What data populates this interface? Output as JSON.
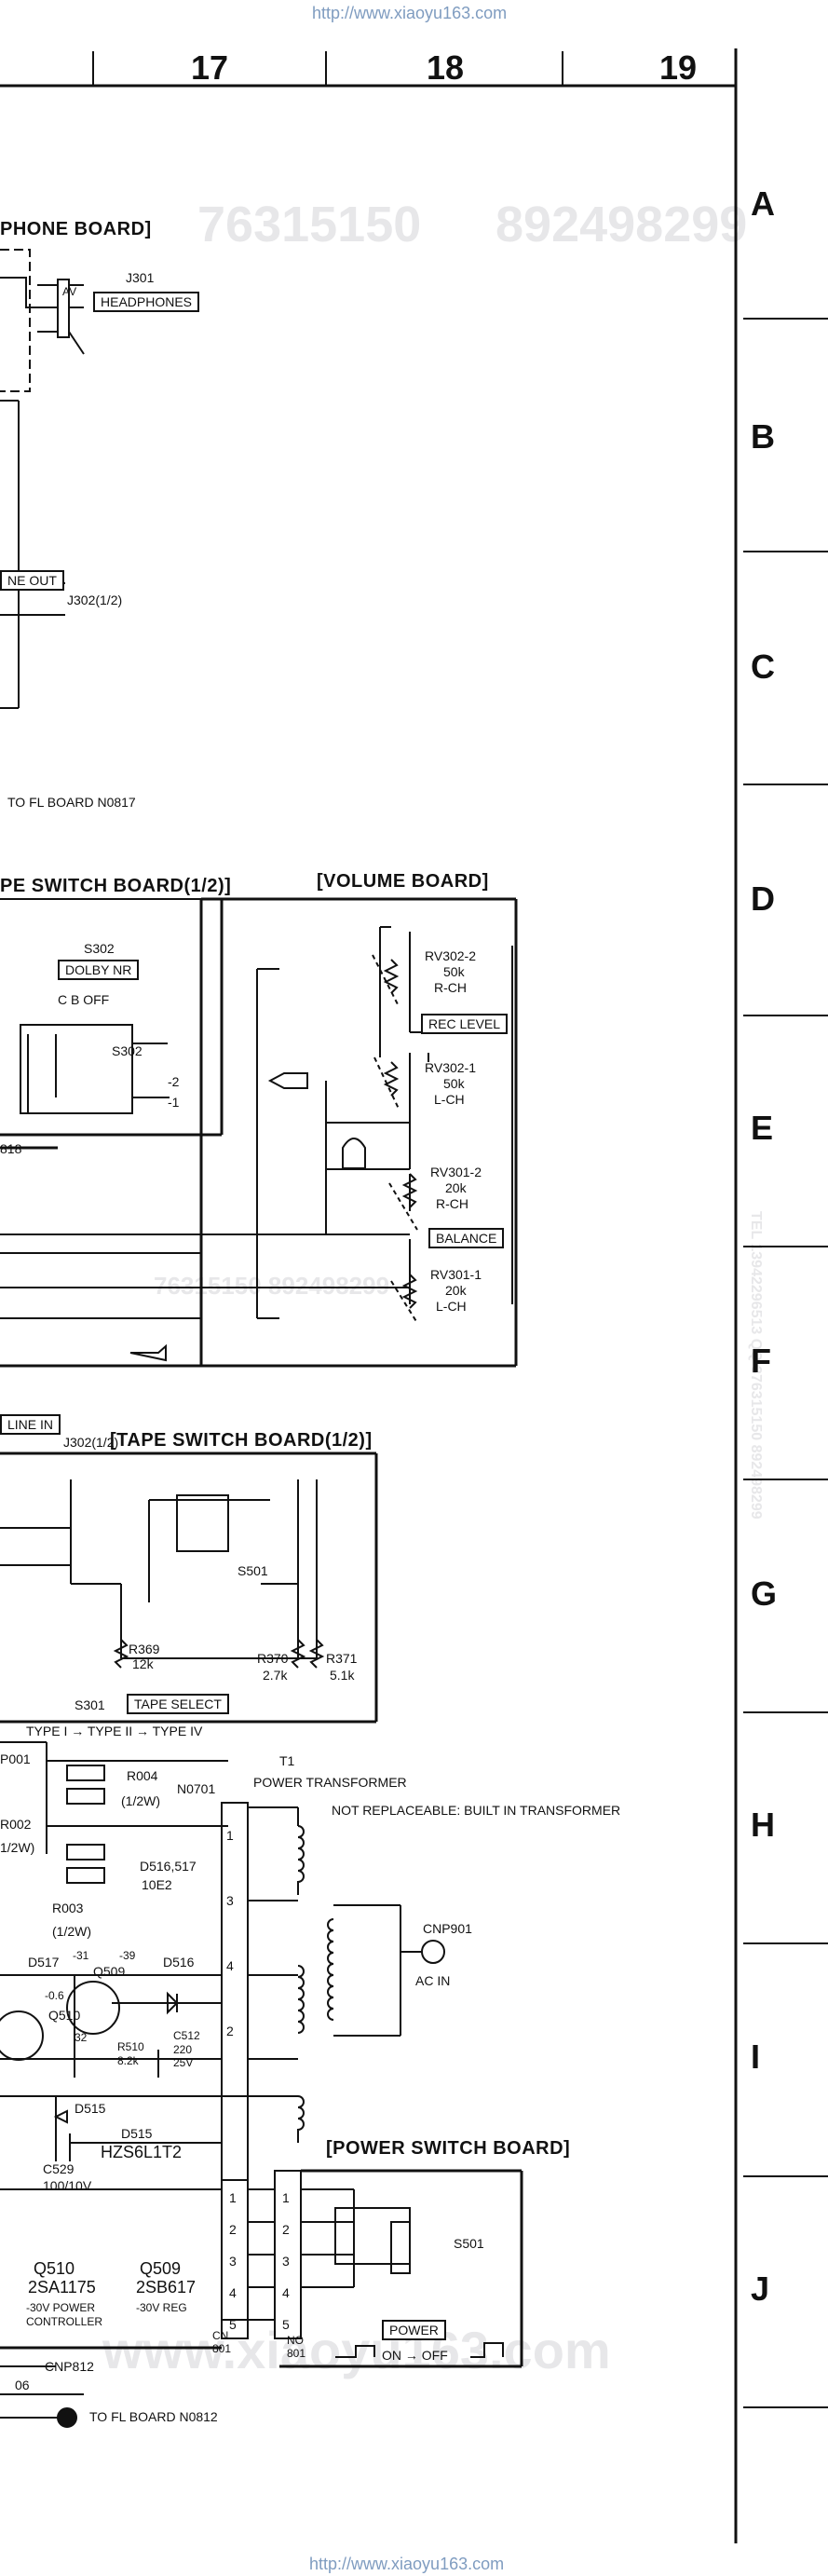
{
  "header": {
    "url_top": "http://www.xiaoyu163.com",
    "url_bottom": "http://www.xiaoyu163.com"
  },
  "columns": [
    "17",
    "18",
    "19"
  ],
  "rows": [
    "A",
    "B",
    "C",
    "D",
    "E",
    "F",
    "G",
    "H",
    "I",
    "J"
  ],
  "watermark": {
    "numbers_1": "76315150",
    "numbers_2": "892498299",
    "numbers_small": "76315150 892498299",
    "site": "www.xiaoyu163.com",
    "side_text": "TEL 13942296513 QQ 376315150 892498299"
  },
  "boards": {
    "headphone": "PHONE BOARD]",
    "tape_switch_1": "PE SWITCH BOARD(1/2)]",
    "volume": "[VOLUME BOARD]",
    "tape_switch_2": "[TAPE SWITCH BOARD(1/2)]",
    "power_switch": "[POWER SWITCH BOARD]"
  },
  "labels": {
    "j301": "J301",
    "headphones": "HEADPHONES",
    "av": "AV",
    "ne_out": "NE OUT",
    "j302": "J302(1/2)",
    "to_fl_board_n0817": "TO FL BOARD N0817",
    "s302": "S302",
    "dolby_nr": "DOLBY NR",
    "dolby_pos": "C  B  OFF",
    "s302b": "S302",
    "s302_pins": "-2\n-1",
    "rv302_2": "RV302-2",
    "rv302_2_val": "50k",
    "rv302_2_ch": "R-CH",
    "rec_level": "REC LEVEL",
    "rv302_1": "RV302-1",
    "rv302_1_val": "50k",
    "rv302_1_ch": "L-CH",
    "rv301_2": "RV301-2",
    "rv301_2_val": "20k",
    "rv301_2_ch": "R-CH",
    "balance": "BALANCE",
    "rv301_1": "RV301-1",
    "rv301_1_val": "20k",
    "rv301_1_ch": "L-CH",
    "n818": "818",
    "line_in": "LINE IN",
    "j302b": "J302(1/2)",
    "s501": "S501",
    "r369": "R369",
    "r369_val": "12k",
    "r370": "R370",
    "r370_val": "2.7k",
    "r371": "R371",
    "r371_val": "5.1k",
    "s301": "S301",
    "tape_select": "TAPE SELECT",
    "tape_types": "TYPE I → TYPE II → TYPE IV",
    "p001": "P001",
    "r004": "R004",
    "r004_w": "(1/2W)",
    "n0701": "N0701",
    "power_transformer": "POWER TRANSFORMER",
    "t1": "T1",
    "not_replaceable": "NOT REPLACEABLE: BUILT IN TRANSFORMER",
    "r002": "R002",
    "r002_w": "1/2W)",
    "d516_517": "D516,517",
    "d516_517_part": "10E2",
    "r003": "R003",
    "r003_w": "(1/2W)",
    "d517": "D517",
    "v31": "-31",
    "v39": "-39",
    "q509": "Q509",
    "d516": "D516",
    "v06": "-0.6",
    "q510_small": "Q510",
    "v32": "32",
    "r510": "R510",
    "r510_val": "8.2k",
    "c512": "C512",
    "c512_val": "220 25V",
    "cnp901": "CNP901",
    "ac_in": "AC IN",
    "pins_transformer": "1\n3\n4\n2",
    "d515": "D515",
    "d515b": "D515",
    "hzs": "HZS6L1T2",
    "c529": "C529",
    "c529_val": "100/10V",
    "s501b": "S501",
    "q510": "Q510",
    "q510_part": "2SA1175",
    "q510_desc": "-30V POWER",
    "q510_desc2": "CONTROLLER",
    "q509b": "Q509",
    "q509_part": "2SB617",
    "q509_desc": "-30V REG",
    "cn801": "CN\n801",
    "no801": "NO\n801",
    "power_btn": "POWER",
    "on_off": "ON → OFF",
    "cnp812": "CNP812",
    "p06": "06",
    "to_fl_board_n0812": "TO FL BOARD N0812",
    "cn_pins": "1\n2\n3\n4\n5",
    "no_pins": "1\n2\n3\n4\n5"
  }
}
